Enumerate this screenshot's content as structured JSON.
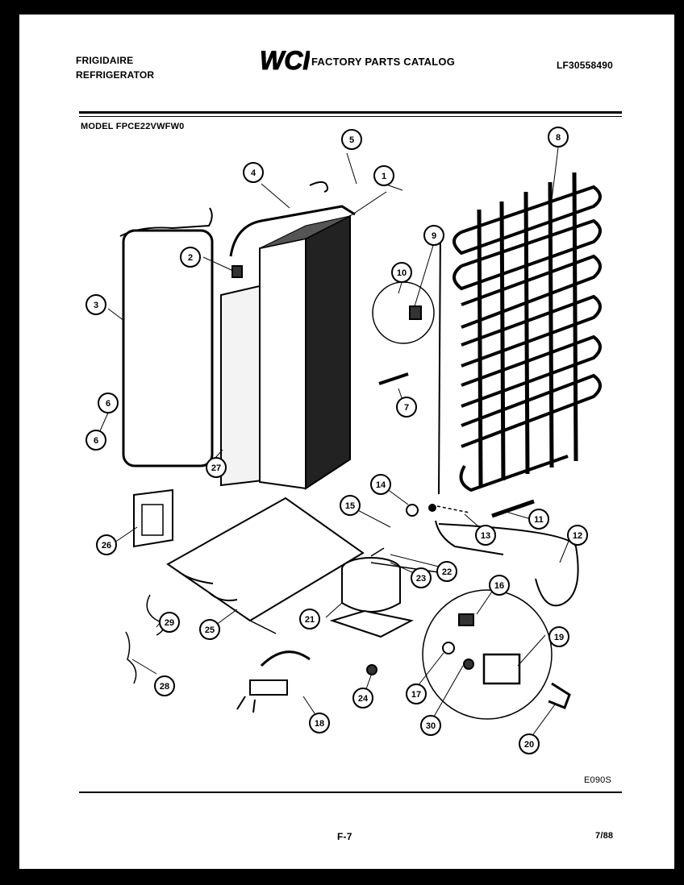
{
  "header": {
    "brand_line1": "FRIGIDAIRE",
    "brand_line2": "REFRIGERATOR",
    "logo": "WCI",
    "catalog_title": "FACTORY PARTS CATALOG",
    "catalog_number": "LF30558490"
  },
  "model": {
    "label": "MODEL FPCE22VWFW0"
  },
  "diagram": {
    "callouts": [
      "1",
      "2",
      "3",
      "4",
      "5",
      "6",
      "6",
      "7",
      "8",
      "9",
      "10",
      "11",
      "12",
      "13",
      "14",
      "15",
      "16",
      "17",
      "18",
      "19",
      "20",
      "21",
      "22",
      "23",
      "24",
      "25",
      "26",
      "27",
      "28",
      "29",
      "30"
    ]
  },
  "footer": {
    "figure_code": "E090S",
    "page": "F-7",
    "date": "7/88"
  }
}
